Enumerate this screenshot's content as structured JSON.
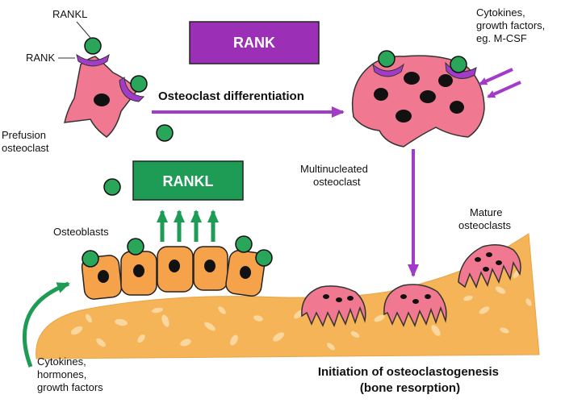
{
  "labels": {
    "rankl_top": "RANKL",
    "rank_top": "RANK",
    "rank_box": "RANK",
    "rankl_box": "RANKL",
    "osteoclast_differentiation": "Osteoclast differentiation",
    "prefusion": [
      "Prefusion",
      "osteoclast"
    ],
    "cytokines_top": [
      "Cytokines,",
      "growth factors,",
      "eg.  M-CSF"
    ],
    "multinucleated": [
      "Multinucleated",
      "osteoclast"
    ],
    "mature": [
      "Mature",
      "osteoclasts"
    ],
    "osteoblasts": "Osteoblasts",
    "cytokines_bottom": [
      "Cytokines,",
      "hormones,",
      "growth factors"
    ],
    "initiation": [
      "Initiation of osteoclastogenesis",
      "(bone resorption)"
    ]
  },
  "colors": {
    "purple": "#a23cc8",
    "rank_box": "#9b2fb5",
    "green": "#1e9c55",
    "green_dot": "#2aa65a",
    "cell_pink": "#f17891",
    "bone": "#f4b457",
    "bone_speck": "#fbd7a0",
    "osteoblast": "#f5a24a"
  },
  "icons": {
    "receptor": "rank-receptor-icon",
    "ligand": "rankl-ligand-icon"
  }
}
